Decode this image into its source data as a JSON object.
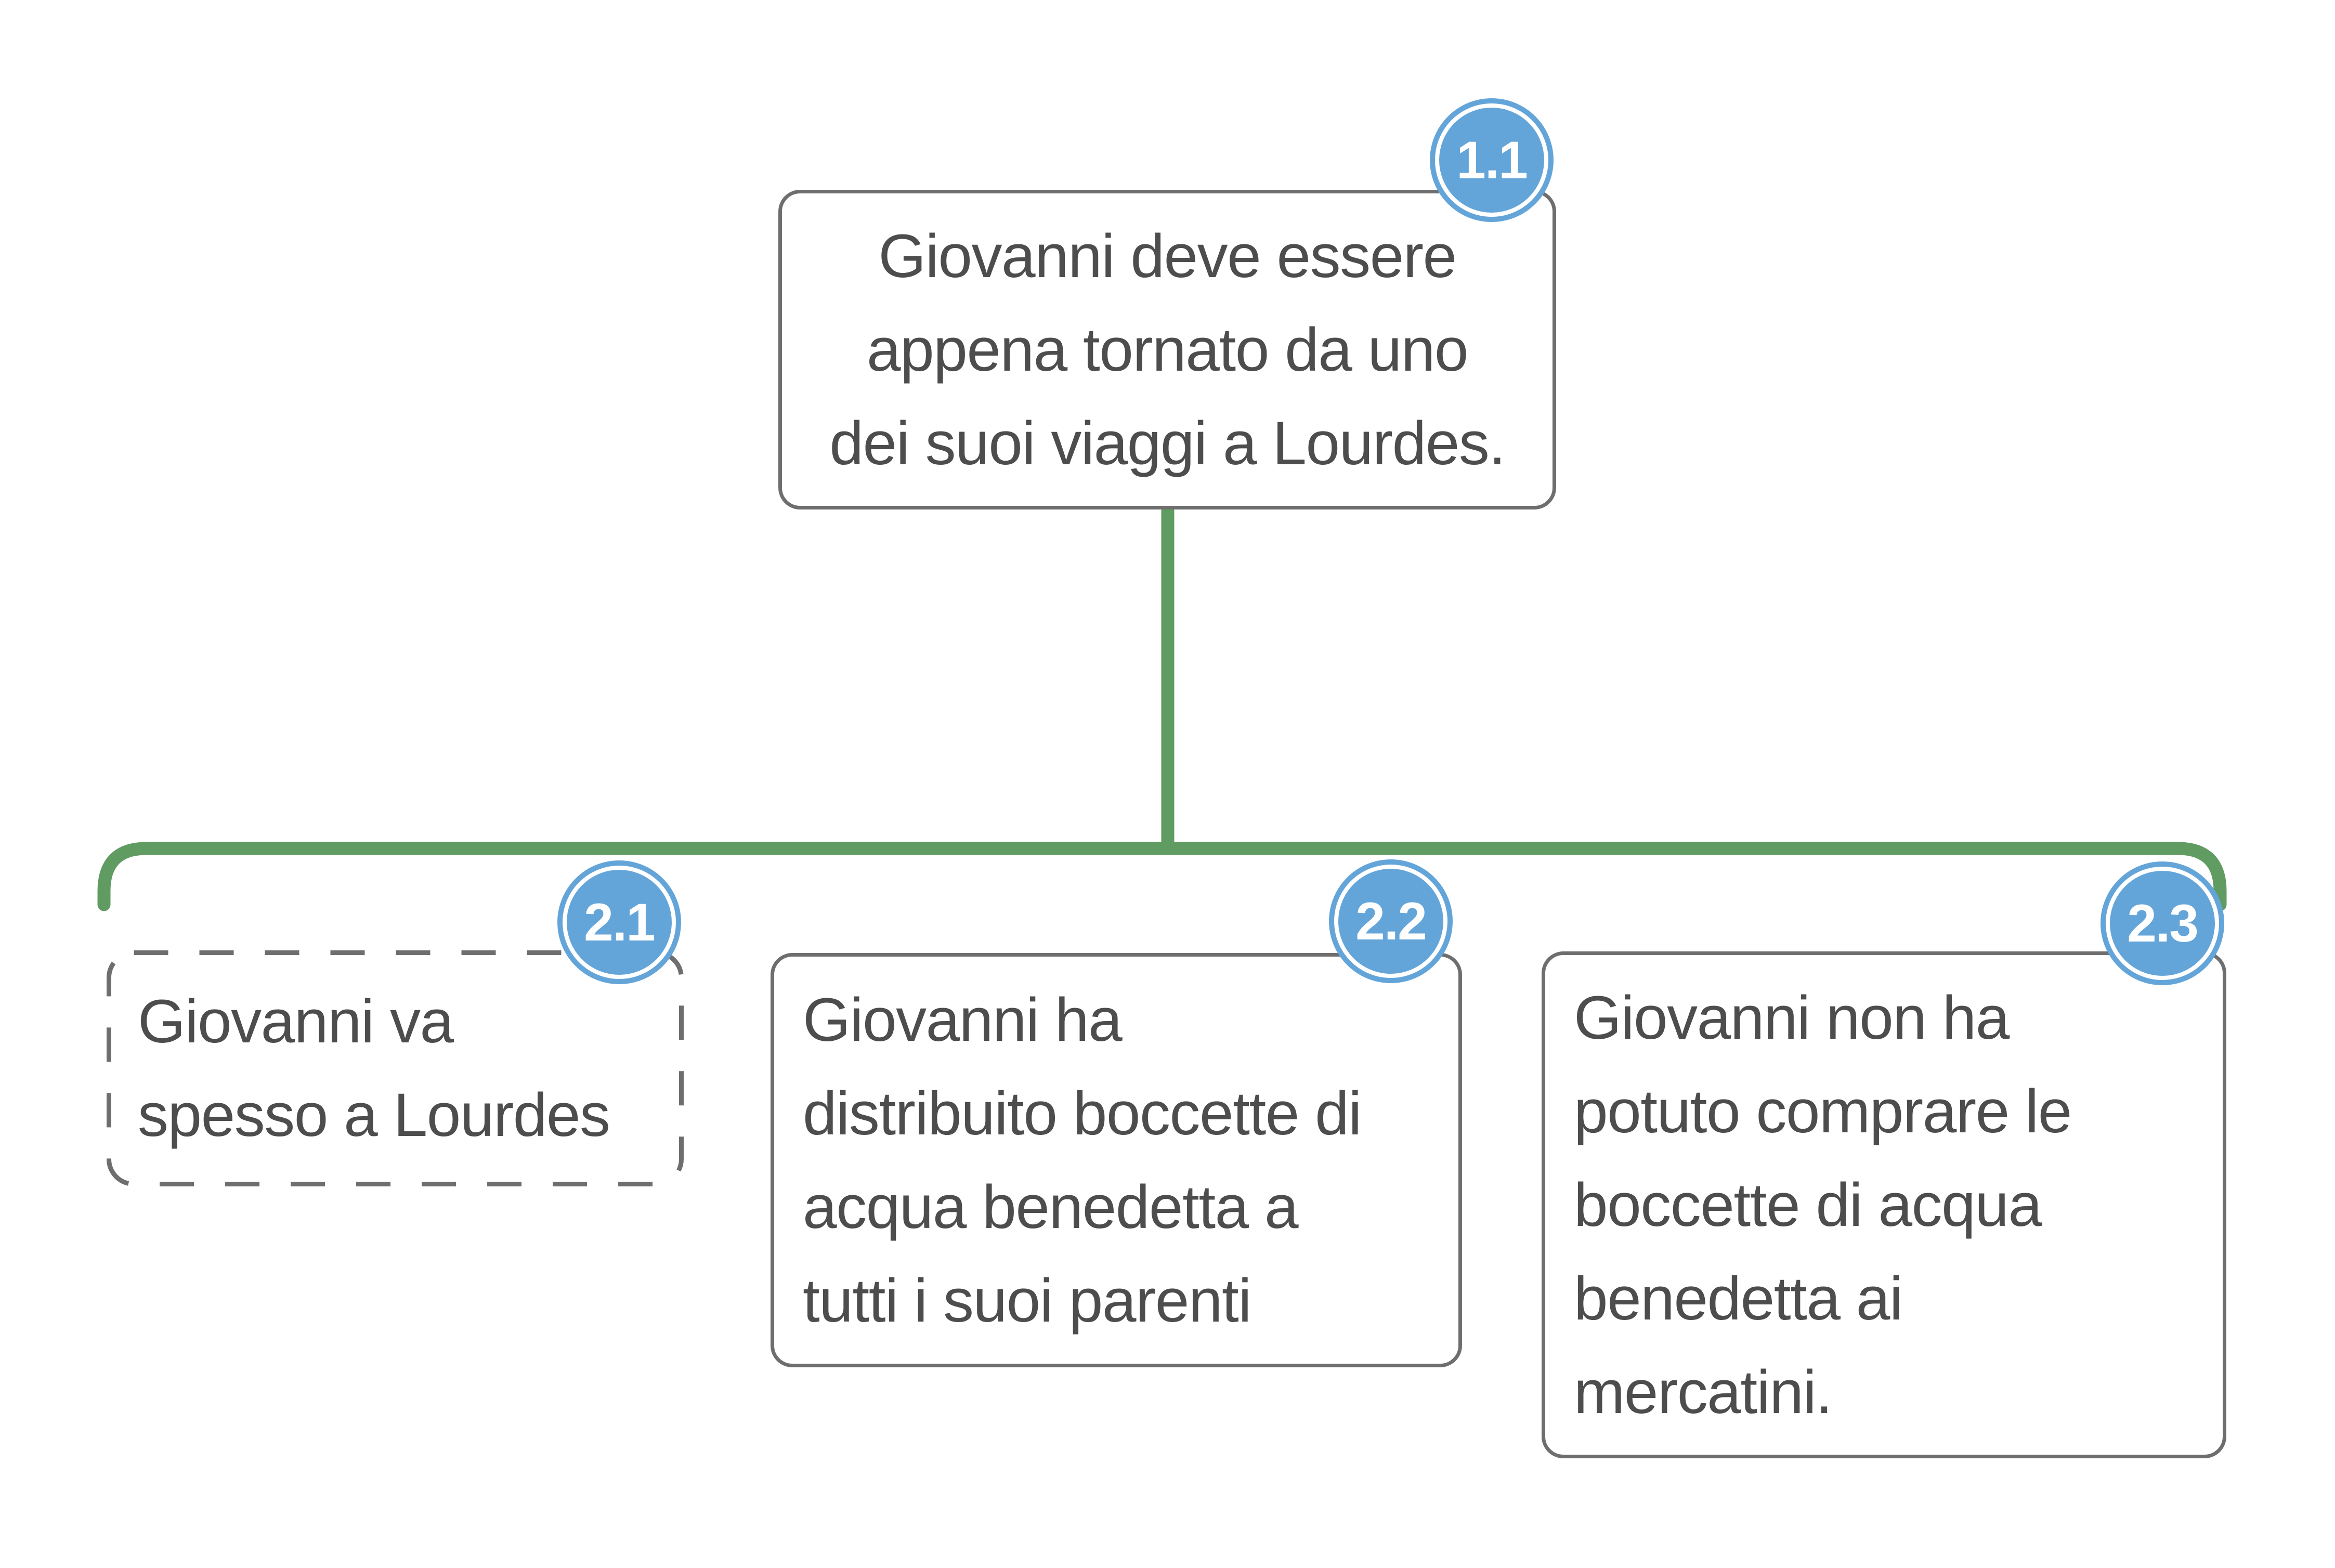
{
  "diagram": {
    "conclusion": {
      "id": "1.1",
      "lines": {
        "0": "Giovanni deve essere",
        "1": "appena tornato da uno",
        "2": "dei suoi viaggi a Lourdes."
      }
    },
    "premises": {
      "0": {
        "id": "2.1",
        "style": "dashed",
        "lines": {
          "0": "Giovanni va",
          "1": "spesso a Lourdes"
        }
      },
      "1": {
        "id": "2.2",
        "style": "solid",
        "lines": {
          "0": "Giovanni ha",
          "1": "distribuito boccette di",
          "2": "acqua benedetta a",
          "3": "tutti i suoi parenti"
        }
      },
      "2": {
        "id": "2.3",
        "style": "solid",
        "lines": {
          "0": "Giovanni non ha",
          "1": "potuto comprare le",
          "2": "boccette di acqua",
          "3": "benedetta ai",
          "4": "mercatini."
        }
      }
    },
    "colors": {
      "connector_green": "#609b62",
      "badge_blue": "#64a5d9",
      "border_gray": "#6e6e6e",
      "text_gray": "#4d4d4d"
    }
  }
}
